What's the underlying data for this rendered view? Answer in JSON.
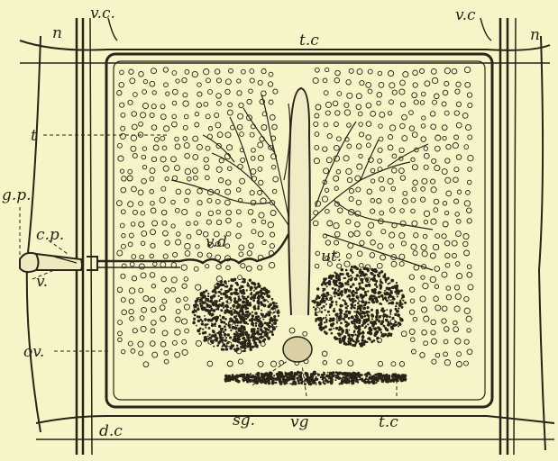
{
  "figure": {
    "labels": {
      "n_left": "n",
      "vc_left": "v.c.",
      "tc_top": "t.c",
      "vc_right": "v.c",
      "n_right": "n",
      "t": "t",
      "gp": "g.p.",
      "cp": "c.p.",
      "v": "v.",
      "vd": "v.d",
      "ut": "ut.",
      "ov": "ov.",
      "dc": "d.c",
      "sg": "sg.",
      "vg": "vg",
      "tc_bottom": "t.c"
    },
    "colors": {
      "paper": "#f7f4c8",
      "ink": "#2a2418"
    }
  }
}
